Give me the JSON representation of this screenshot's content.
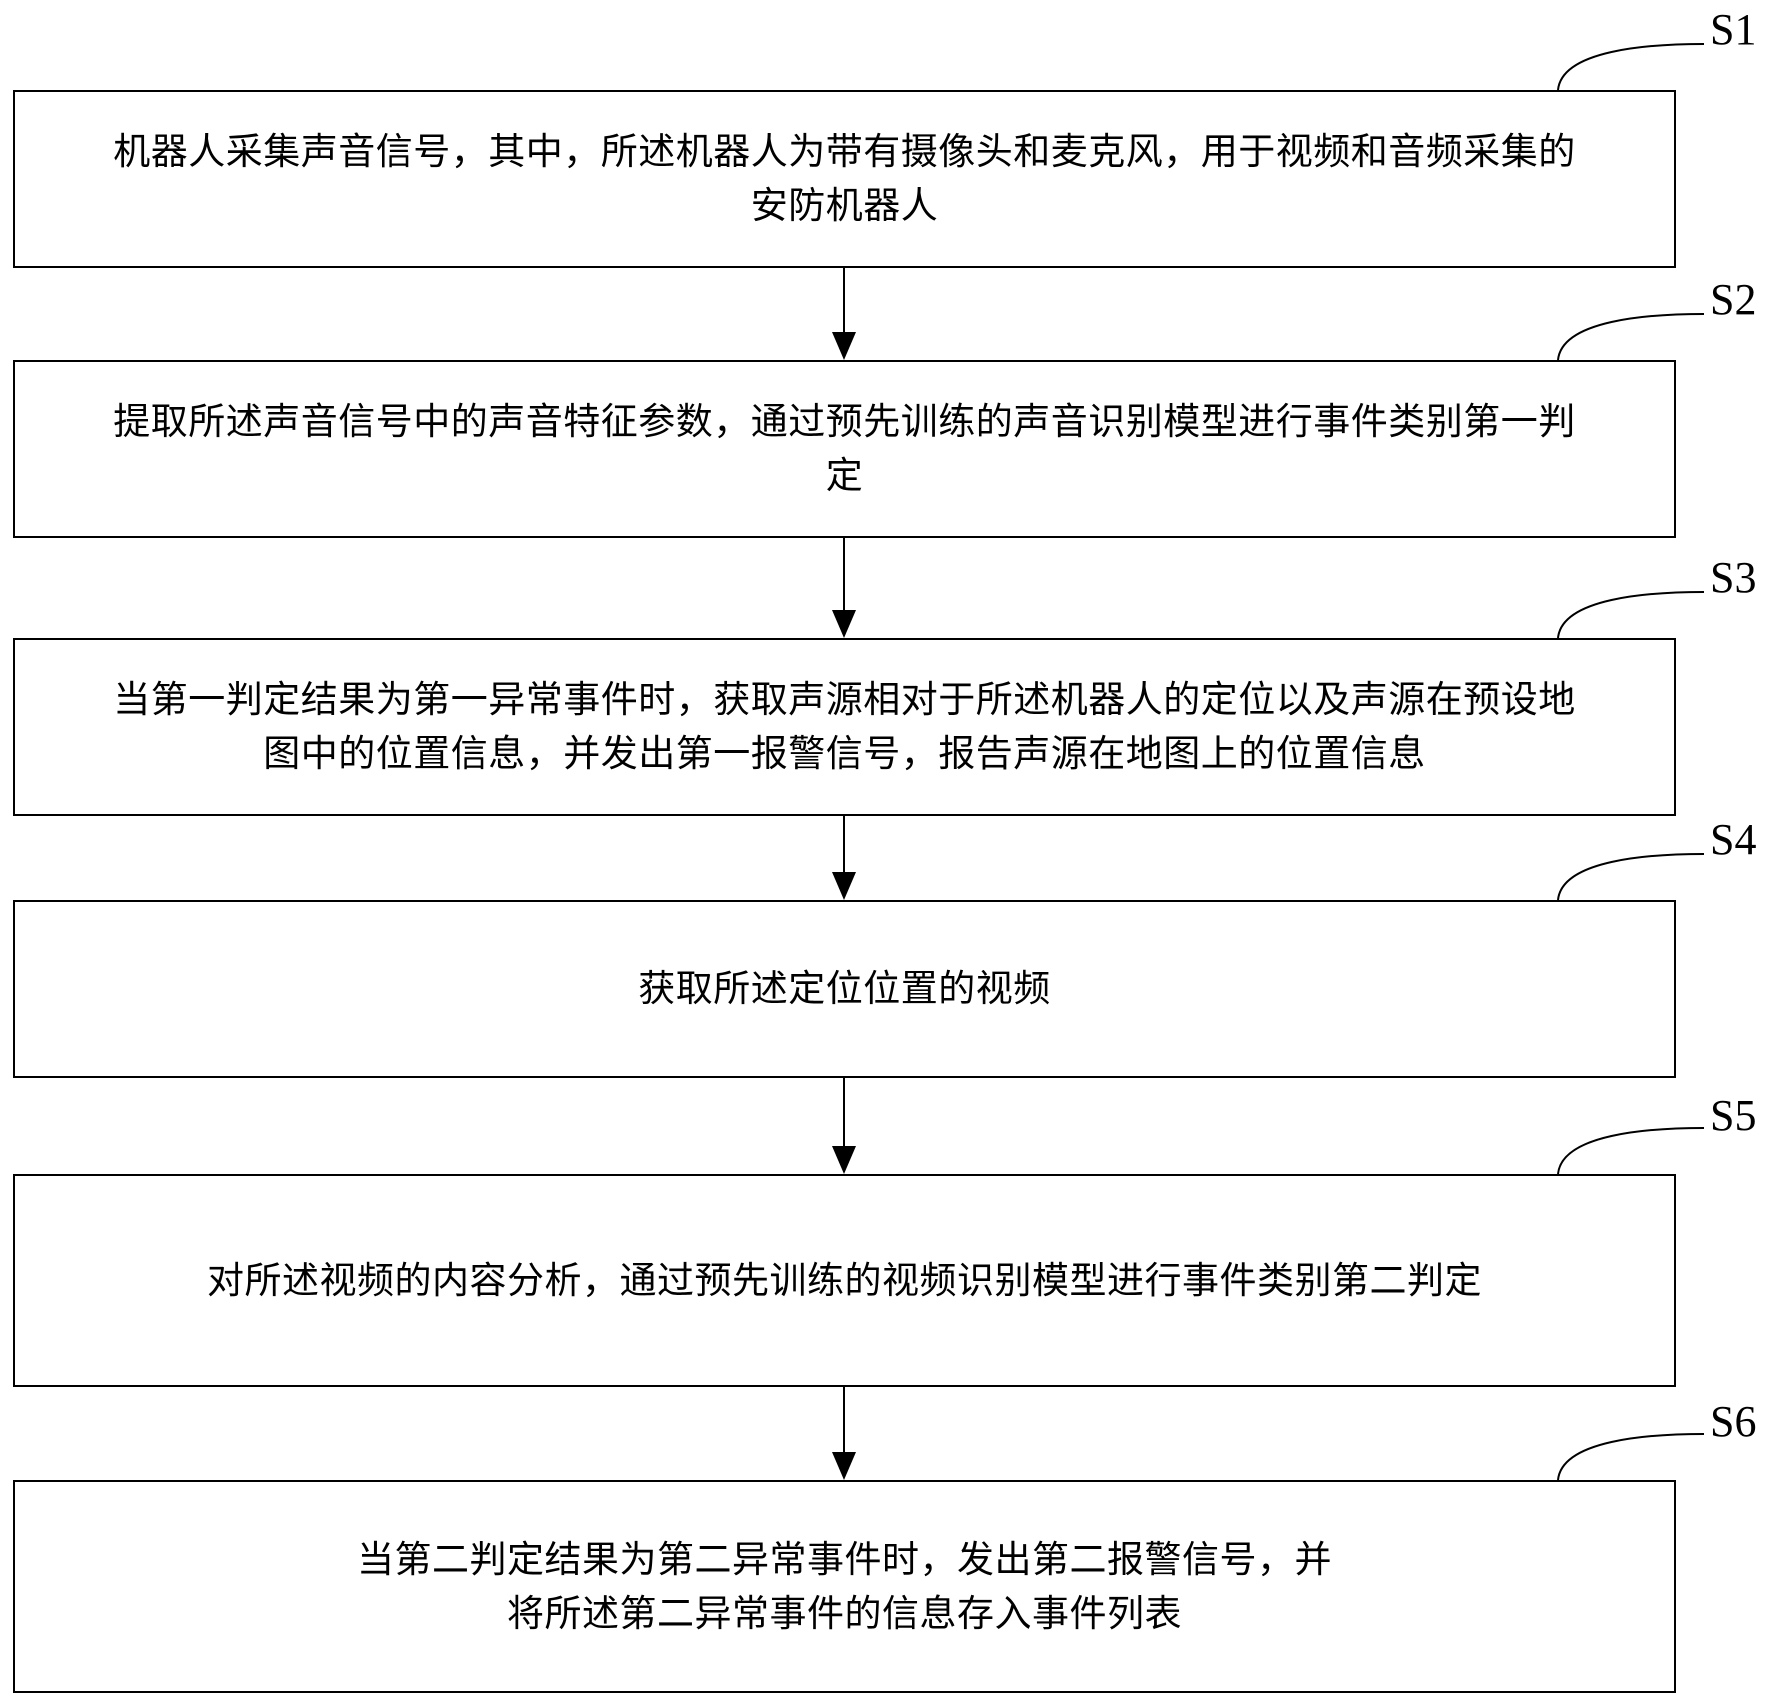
{
  "steps": [
    {
      "label": "S1",
      "text": "机器人采集声音信号，其中，所述机器人为带有摄像头和麦克风，用于视频和音频采集的\n安防机器人"
    },
    {
      "label": "S2",
      "text": "提取所述声音信号中的声音特征参数，通过预先训练的声音识别模型进行事件类别第一判\n定"
    },
    {
      "label": "S3",
      "text": "当第一判定结果为第一异常事件时，获取声源相对于所述机器人的定位以及声源在预设地\n图中的位置信息，并发出第一报警信号，报告声源在地图上的位置信息"
    },
    {
      "label": "S4",
      "text": "获取所述定位位置的视频"
    },
    {
      "label": "S5",
      "text": "对所述视频的内容分析，通过预先训练的视频识别模型进行事件类别第二判定"
    },
    {
      "label": "S6",
      "text": "当第二判定结果为第二异常事件时，发出第二报警信号，并\n将所述第二异常事件的信息存入事件列表"
    }
  ]
}
